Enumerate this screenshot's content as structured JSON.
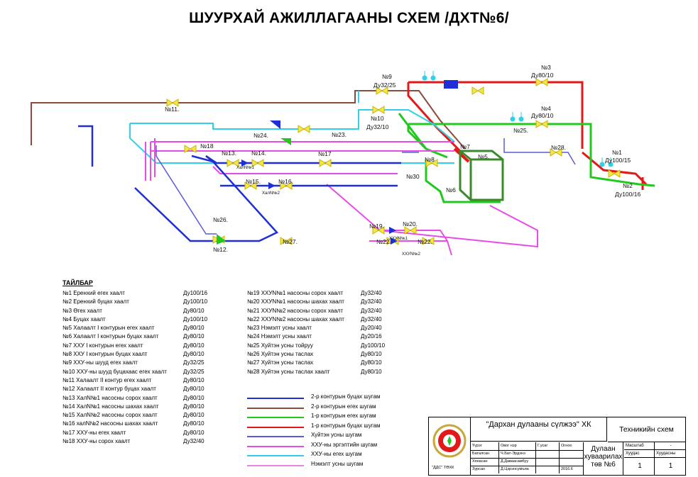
{
  "title": "ШУУРХАЙ АЖИЛЛАГААНЫ СХЕМ /ДХТ№6/",
  "diagram_labels": {
    "n9": "№9",
    "n9_dn": "Ду32/25",
    "n3": "№3",
    "n3_dn": "Ду80/10",
    "n4": "№4",
    "n4_dn": "Ду80/10",
    "n10": "№10",
    "n10_dn": "Ду32/10",
    "n11": "№11.",
    "n24": "№24.",
    "n23": "№23.",
    "n25": "№25.",
    "n18": "№18",
    "n13": "№13.",
    "n14": "№14.",
    "haln1": "ХалN№1",
    "n17": "№17",
    "n7": "№7",
    "n8": "№8",
    "n5": "№5.",
    "n28": "№28.",
    "n1": "№1",
    "n1_dn": "Ду100/15",
    "n2": "№2",
    "n2_dn": "Ду100/16",
    "n30": "№30",
    "n6": "№6",
    "n15": "№15.",
    "n16": "№16.",
    "haln2": "ХалN№2",
    "n26": "№26.",
    "n12": "№12.",
    "n27": "№27.",
    "n19": "№19.",
    "n20": "№20.",
    "xxun1": "ХХУN№1",
    "n22a": "№22.",
    "n22b": "№22.",
    "xxun2": "ХХУN№2"
  },
  "legend": {
    "heading": "ТАЙЛБАР",
    "col_a": [
      {
        "name": "№1 Еренхий егех хаалт",
        "dn": "Ду100/16"
      },
      {
        "name": "№2 Еренхий буцах хаалт",
        "dn": "Ду100/10"
      },
      {
        "name": "№3 Өгех хаалт",
        "dn": "Ду80/10"
      },
      {
        "name": "№4 Буцах хаалт",
        "dn": "Ду100/10"
      },
      {
        "name": "№5 Халаалт I контурын егех хаалт",
        "dn": "Ду80/10"
      },
      {
        "name": "№6 Халаалт I контурын буцах хаалт",
        "dn": "Ду80/10"
      },
      {
        "name": "№7 ХХУ I контурын егех  хаалт",
        "dn": "Ду80/10"
      },
      {
        "name": "№8 ХХУ I контурын буцах хаалт",
        "dn": "Ду80/10"
      },
      {
        "name": "№9 ХХУ-ны шууд егех   хаалт",
        "dn": "Ду32/25"
      },
      {
        "name": "№10 ХХУ-ны шууд буцахаас егех хаалт",
        "dn": "Ду32/25"
      },
      {
        "name": "№11 Халаалт II контур егех хаалт",
        "dn": "Ду80/10"
      },
      {
        "name": "№12 Халаалт II контур буцах хаалт",
        "dn": "Ду80/10"
      },
      {
        "name": "№13 ХалN№1 насосны сорох хаалт",
        "dn": "Ду80/10"
      },
      {
        "name": "№14 ХалN№1 насосны шахах хаалт",
        "dn": "Ду80/10"
      },
      {
        "name": "№15 ХалN№2 насосны сорох хаалт",
        "dn": "Ду80/10"
      },
      {
        "name": "№16 халN№2 насосны шахах хаалт",
        "dn": "Ду80/10"
      },
      {
        "name": "№17 ХХУ-ны егех хаалт",
        "dn": "Ду80/10"
      },
      {
        "name": "№18 ХХУ-ны сорох хаалт",
        "dn": "Ду32/40"
      }
    ],
    "col_b": [
      {
        "name": "№19 ХХУN№1 насосны сорох хаалт",
        "dn": "Ду32/40"
      },
      {
        "name": "№20 ХХУN№1 насосны шахах хаалт",
        "dn": "Ду32/40"
      },
      {
        "name": "№21 ХХУN№2 насосны сорох хаалт",
        "dn": "Ду32/40"
      },
      {
        "name": "№22 ХХУN№2 насосны шахах хаалт",
        "dn": "Ду32/40"
      },
      {
        "name": "№23 Нэмэлт усны хаалт",
        "dn": "Ду20/40"
      },
      {
        "name": "№24 Нэмэлт усны хаалт",
        "dn": "Ду20/16"
      },
      {
        "name": "№25 Хуйтэн усны тойруу",
        "dn": "Ду100/10"
      },
      {
        "name": "№26 Хуйтэн усны таслах",
        "dn": "Ду80/10"
      },
      {
        "name": "№27 Хуйтэн усны таслах",
        "dn": "Ду80/10"
      },
      {
        "name": "№28 Хуйтэн усны таслах хаалт",
        "dn": "Ду80/10"
      }
    ],
    "lines": [
      {
        "label": "2-р контурын буцах шугам",
        "color": "#1f2fd6"
      },
      {
        "label": "2-р контурын егех шугам",
        "color": "#8a4a3c"
      },
      {
        "label": "1-р контурын егех шугам",
        "color": "#22c81e"
      },
      {
        "label": "1-р контурын буцах шугам",
        "color": "#e31818"
      },
      {
        "label": "Хуйтэн усны шугам",
        "color": "#5a5adc"
      },
      {
        "label": "ХХУ-ны эргэлтийн шугам",
        "color": "#e84ce6"
      },
      {
        "label": "ХХУ-ны егех шугам",
        "color": "#2fd0e8"
      },
      {
        "label": "Нэмэлт усны шугам",
        "color": "#e884e4"
      }
    ]
  },
  "stamp": {
    "org": "\"Дархан дулааны сүлжээ\" ХК",
    "doc_type": "Техникийн схем",
    "logo_caption": "\"ДДС\" ТӨХК",
    "headers": [
      "Үүрэг",
      "Овог нэр",
      "Г.усаг",
      "Огноо"
    ],
    "rows": [
      [
        "Баталсан",
        "Ч.Бат-Эрдэнэ",
        "",
        ""
      ],
      [
        "Хянасан",
        "Д.Даваасамбуу",
        "",
        ""
      ],
      [
        "Зурсан",
        "Д.Цэрэнсумъяа",
        "",
        "2016.6"
      ]
    ],
    "title": "Дулаан хуваарилах төв №6",
    "scale_label": "Масштаб",
    "scale_value": "-",
    "sheet_label": "Хуудас",
    "sheets_label": "Хуудасны",
    "sheet_value": "1",
    "sheets_value": "1"
  },
  "colors": {
    "blue_return2": "#1f2fd6",
    "brown_supply2": "#8a4a3c",
    "green_supply1": "#22c81e",
    "red_return1": "#e31818",
    "cold": "#5a5adc",
    "hhu_circ": "#e84ce6",
    "hhu_supply": "#2fd0e8",
    "makeup": "#e884e4",
    "valve": "#f5e64a",
    "exchanger": "#3a8a2c"
  }
}
